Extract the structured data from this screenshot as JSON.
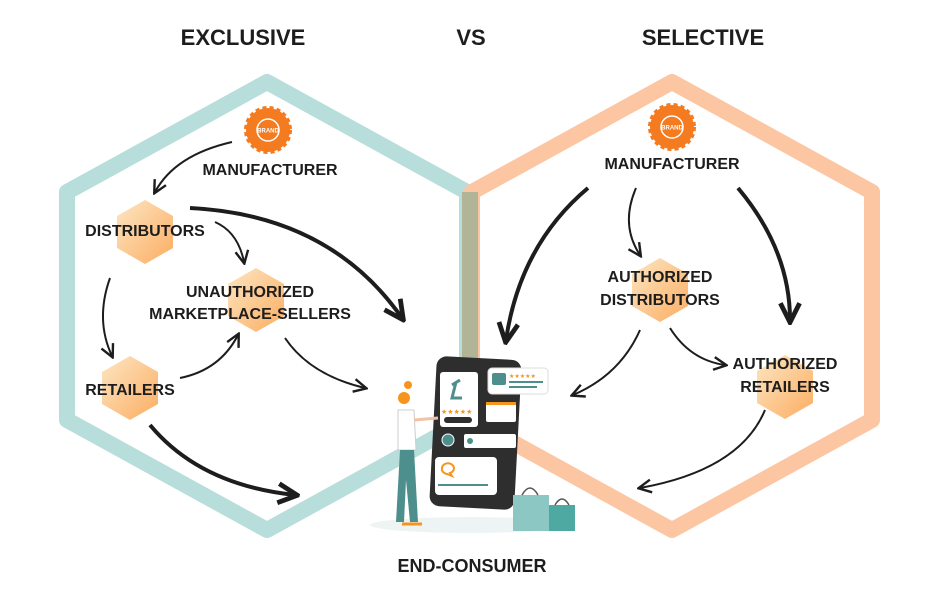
{
  "headings": {
    "left": "EXCLUSIVE",
    "vs": "VS",
    "right": "SELECTIVE"
  },
  "exclusive": {
    "manufacturer": "MANUFACTURER",
    "brand_badge": "BRAND",
    "distributors": "DISTRIBUTORS",
    "unauthorized_line1": "UNAUTHORIZED",
    "unauthorized_line2": "MARKETPLACE-SELLERS",
    "retailers": "RETAILERS"
  },
  "selective": {
    "manufacturer": "MANUFACTURER",
    "brand_badge": "BRAND",
    "authorized_distributors_line1": "AUTHORIZED",
    "authorized_distributors_line2": "DISTRIBUTORS",
    "authorized_retailers_line1": "AUTHORIZED",
    "authorized_retailers_line2": "RETAILERS"
  },
  "end_consumer": "END-CONSUMER",
  "colors": {
    "exclusive": "#b7dedb",
    "selective": "#fdc6a3",
    "overlap": "#b2b498",
    "node": "#fbb36a",
    "badge": "#f47b20"
  }
}
